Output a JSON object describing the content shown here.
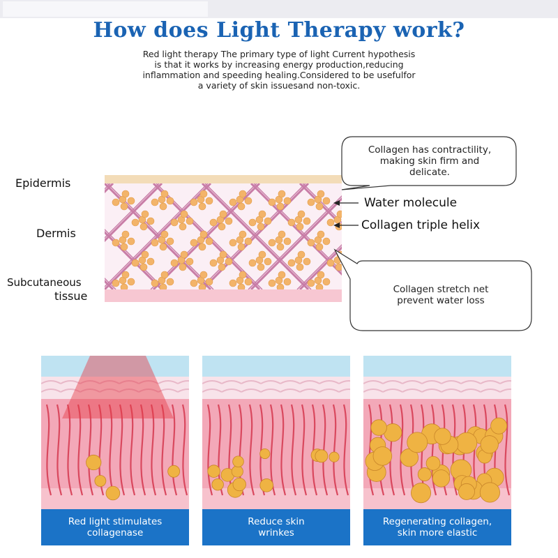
{
  "title": "How does Light Therapy work?",
  "intro_lines": [
    "Red light therapy The primary type of light Current  hypothesis",
    "is that it works by increasing energy  production,reducing",
    "inflammation and speeding healing.Considered to be usefulfor",
    "a variety of skin issuesand non-toxic."
  ],
  "layers": {
    "epidermis": "Epidermis",
    "dermis": "Dermis",
    "subcutaneous_1": "Subcutaneous",
    "subcutaneous_2": "tissue"
  },
  "pointers": {
    "water": "Water molecule",
    "collagen": "Collagen triple helix"
  },
  "callouts": {
    "top": [
      "Collagen has contractility,",
      "making skin firm and",
      "delicate."
    ],
    "bottom": [
      "Collagen  stretch net",
      "prevent water loss"
    ]
  },
  "panels": [
    {
      "caption": [
        "Red light stimulates",
        "collagenase"
      ]
    },
    {
      "caption": [
        "Reduce skin",
        "wrinkes"
      ]
    },
    {
      "caption": [
        "Regenerating collagen,",
        "skin more elastic"
      ]
    }
  ],
  "colors": {
    "title_blue": "#1a63b3",
    "caption_blue": "#1b73c7",
    "collagen_pink": "#c06a9a",
    "molecule_orange": "#f3b46a",
    "epidermis_beige": "#f3dcb8",
    "subcutaneous_pink": "#f7c7d2"
  }
}
